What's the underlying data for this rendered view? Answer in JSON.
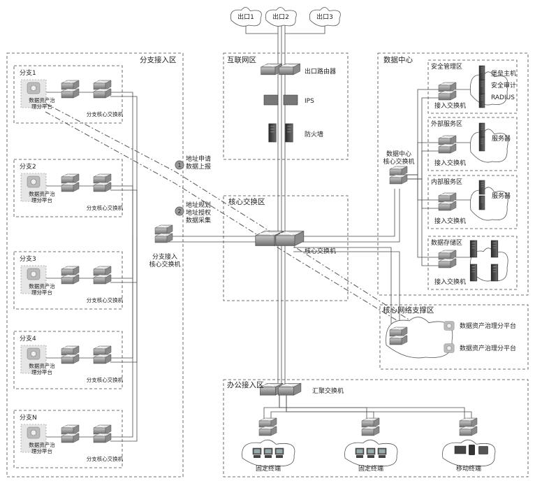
{
  "exits": [
    "出口1",
    "出口2",
    "出口3"
  ],
  "zones": {
    "branch_access": "分支接入区",
    "internet": "互联网区",
    "datacenter": "数据中心",
    "core": "核心交换区",
    "core_network_support": "核心网络支撑区",
    "office_access": "办公接入区",
    "security_mgmt": "安全管理区",
    "external_service": "外部服务区",
    "internal_service": "内部服务区",
    "data_storage": "数据存储区"
  },
  "internet_devices": {
    "router": "出口路由器",
    "ips": "IPS",
    "firewall": "防火墙"
  },
  "branches": [
    {
      "name": "分支1",
      "platform": "数据资产治理分平台",
      "switch": "分支核心交换机"
    },
    {
      "name": "分支2",
      "platform": "数据资产治理分平台",
      "switch": "分支核心交换机"
    },
    {
      "name": "分支3",
      "platform": "数据资产治理分平台",
      "switch": "分支核心交换机"
    },
    {
      "name": "分支4",
      "platform": "数据资产治理分平台",
      "switch": "分支核心交换机"
    },
    {
      "name": "分支N",
      "platform": "数据资产治理分平台",
      "switch": "分支核心交换机"
    }
  ],
  "branch_access_core": "分支接入\n核心交换机",
  "core_switch": "核心交换机",
  "annotations": [
    {
      "num": "1",
      "text": "地址申请\n数据上报"
    },
    {
      "num": "2",
      "text": "地址规划\n地址授权\n数据采集"
    }
  ],
  "dc_core_switch": "数据中心\n核心交换机",
  "dc": {
    "access_switch": "接入交换机",
    "security_items": [
      "堡垒主机",
      "安全审计",
      "RADIUS"
    ],
    "server": "服务器"
  },
  "support_platforms": [
    "数据资产治理分平台",
    "数据资产治理分平台"
  ],
  "office": {
    "aggregation": "汇聚交换机",
    "terminals": [
      "固定终端",
      "固定终端",
      "移动终端"
    ]
  }
}
